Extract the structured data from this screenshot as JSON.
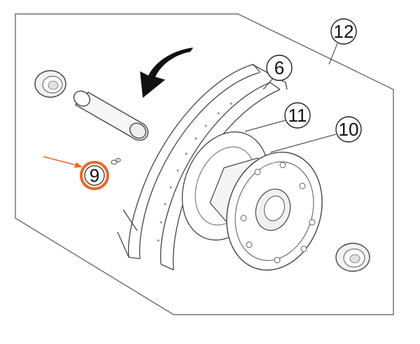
{
  "diagram": {
    "callouts": {
      "rim": "6",
      "spacer_screw": "9",
      "spoke": "10",
      "hub": "11",
      "wheel_assembly": "12"
    },
    "highlight_color": "#e8692a",
    "arrow_color": "#111111",
    "line_color": "#333333"
  }
}
